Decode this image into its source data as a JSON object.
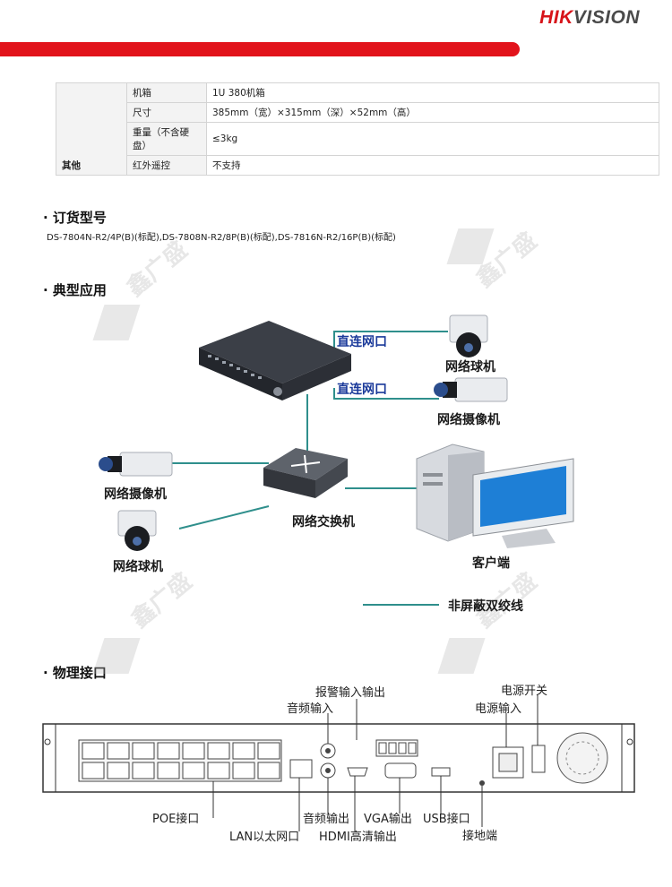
{
  "brand": {
    "hik": "HIK",
    "vision": "VISION"
  },
  "spec_table": {
    "category": "其他",
    "rows": [
      {
        "item": "机箱",
        "value": "1U 380机箱"
      },
      {
        "item": "尺寸",
        "value": "385mm（宽）×315mm（深）×52mm（高）"
      },
      {
        "item": "重量（不含硬盘）",
        "value": "≤3kg"
      },
      {
        "item": "红外遥控",
        "value": "不支持"
      }
    ]
  },
  "sections": {
    "order": "· 订货型号",
    "typical": "· 典型应用",
    "physical": "· 物理接口"
  },
  "order_models": "DS-7804N-R2/4P(B)(标配),DS-7808N-R2/8P(B)(标配),DS-7816N-R2/16P(B)(标配)",
  "diagram": {
    "direct_port_1": "直连网口",
    "direct_port_2": "直连网口",
    "dome_right": "网络球机",
    "cam_right": "网络摄像机",
    "cam_left": "网络摄像机",
    "switch": "网络交换机",
    "dome_left": "网络球机",
    "client": "客户端",
    "legend": "非屏蔽双绞线"
  },
  "ports": {
    "alarm": "报警输入输出",
    "audio_in": "音频输入",
    "power_switch": "电源开关",
    "power_in": "电源输入",
    "poe": "POE接口",
    "audio_out": "音频输出",
    "vga": "VGA输出",
    "usb": "USB接口",
    "lan": "LAN以太网口",
    "hdmi": "HDMI高清输出",
    "ground": "接地端"
  },
  "watermark": "鑫广盛",
  "colors": {
    "brand_red": "#e2131b",
    "line_teal": "#2f8f8c",
    "label_blue": "#1b3a9a"
  }
}
